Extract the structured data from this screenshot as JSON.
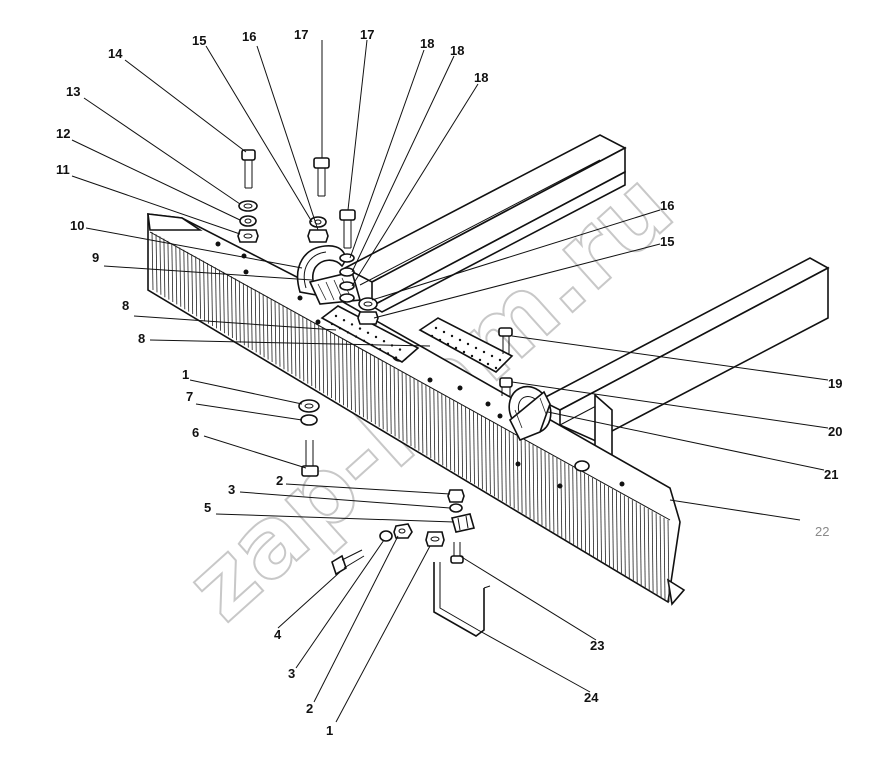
{
  "watermark": "zap-kam.ru",
  "callouts": [
    {
      "id": "c14a",
      "text": "14"
    },
    {
      "id": "c15a",
      "text": "15"
    },
    {
      "id": "c16a",
      "text": "16"
    },
    {
      "id": "c17a",
      "text": "17"
    },
    {
      "id": "c17b",
      "text": "17"
    },
    {
      "id": "c18a",
      "text": "18"
    },
    {
      "id": "c18b",
      "text": "18"
    },
    {
      "id": "c18c",
      "text": "18"
    },
    {
      "id": "c13",
      "text": "13"
    },
    {
      "id": "c12",
      "text": "12"
    },
    {
      "id": "c11",
      "text": "11"
    },
    {
      "id": "c10",
      "text": "10"
    },
    {
      "id": "c9",
      "text": "9"
    },
    {
      "id": "c8a",
      "text": "8"
    },
    {
      "id": "c8b",
      "text": "8"
    },
    {
      "id": "c16b",
      "text": "16"
    },
    {
      "id": "c15b",
      "text": "15"
    },
    {
      "id": "c19",
      "text": "19"
    },
    {
      "id": "c1a",
      "text": "1"
    },
    {
      "id": "c7",
      "text": "7"
    },
    {
      "id": "c20",
      "text": "20"
    },
    {
      "id": "c6",
      "text": "6"
    },
    {
      "id": "c21",
      "text": "21"
    },
    {
      "id": "c2a",
      "text": "2"
    },
    {
      "id": "c3a",
      "text": "3"
    },
    {
      "id": "c5",
      "text": "5"
    },
    {
      "id": "c22",
      "text": "22"
    },
    {
      "id": "c4",
      "text": "4"
    },
    {
      "id": "c23",
      "text": "23"
    },
    {
      "id": "c3b",
      "text": "3"
    },
    {
      "id": "c24",
      "text": "24"
    },
    {
      "id": "c2b",
      "text": "2"
    },
    {
      "id": "c1b",
      "text": "1"
    }
  ]
}
